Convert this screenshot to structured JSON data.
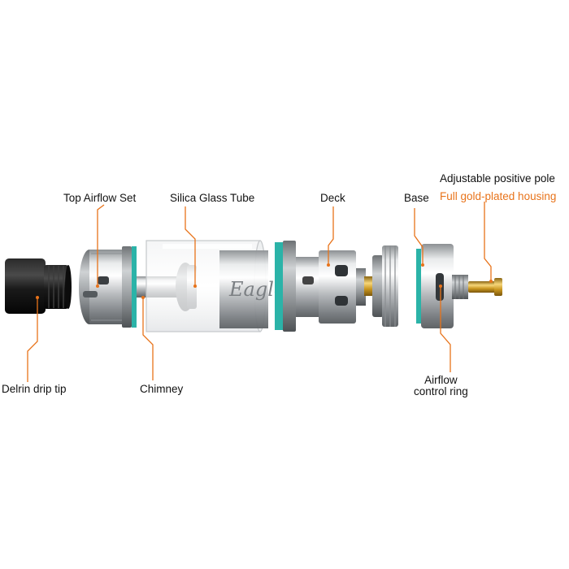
{
  "labels": {
    "delrin_drip_tip": "Delrin drip tip",
    "top_airflow_set": "Top Airflow Set",
    "silica_glass_tube": "Silica Glass Tube",
    "chimney": "Chimney",
    "deck": "Deck",
    "base": "Base",
    "adjustable_positive_pole": "Adjustable positive pole",
    "full_gold_plated_housing": "Full gold-plated housing",
    "airflow_line1": "Airflow",
    "airflow_line2": "control ring"
  },
  "tank_script": "Eagle",
  "colors": {
    "leader_line": "#e8731a",
    "accent_text": "#e8731a",
    "text": "#111111",
    "o_ring": "#2bb3a8",
    "gold": "#d4a52a",
    "delrin": "#161616",
    "steel": "#b9bcbf"
  }
}
